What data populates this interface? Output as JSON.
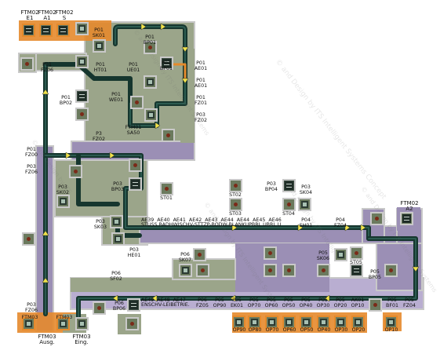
{
  "labels": {
    "ftm02_e1": "FTM02\nE1",
    "ftm02_a1": "FTM02\nA1",
    "ftm02_s": "FTM02\nS",
    "p01_sk01": "P01\nSK01",
    "p01_fz06": "P01\nFZ06",
    "p01_bp02": "P01\nBP02",
    "p01_ht01": "P01\nHT01",
    "p01_bp01_top": "P01\nBP01",
    "p01_ue01": "P01\nUE01",
    "p01_bp01": "P01\nBP01",
    "p01_ae01_a": "P01\nAE01",
    "p01_ae01_b": "P01\nAE01",
    "p01_we01": "P01\nWE01",
    "p01_fz01": "P01\nFZ01",
    "p03_fz02": "P03\nFZ02",
    "ftm01_sa50": "FTM01\nSA50",
    "p3_fz02": "P3\nFZ02",
    "p01_fz00": "P01\nFZ00",
    "p03_fz06_top": "P03\nFZ06",
    "p03_sk02": "P03\nSK02",
    "p03_bp03": "P03\nBP03",
    "p03_bp04": "P03\nBP04",
    "p03_sk04": "P03\nSK04",
    "ftm02_a2": "FTM02\nA2",
    "p03_sk03": "P03\nSK03",
    "p03_he01": "P03\nHE01",
    "ae_row": "AE39  AE40  AE41  AE42  AE43  AE44  AE44  AE45  AE46",
    "ae_row_sub": "STUSS RADHWISCHV-STTZP-BODW-BLANKUPBRL.UBRL.U",
    "p04_sh01": "P04\nSH01",
    "p04_fz04": "P04\nFZ04",
    "p06_sk07": "P06\nSK07",
    "p05_sk06": "P05\nSK06",
    "p05_bp05": "P05\nBP05",
    "p06_sf02": "P06\nSF02",
    "p06_bp06": "P06\nBP06",
    "ae_row2": "AE49  AE48  AE47",
    "ae_row2_sub": "ENSCHV-LEIBETRIE.",
    "p06_fz05": "P06\nFZ05",
    "p05_op90": "P05\nOP90",
    "p05_ek01": "P05\nEK01",
    "p05_op70": "P05\nOP70",
    "p05_op60": "P05\nOP60",
    "p05_op50": "P05\nOP50",
    "p05_op40": "P05\nOP40",
    "p05_op30": "P05\nOP30",
    "p05_op20": "P05\nOP20",
    "p05_ak01": "AK01\nOP10",
    "p05_bf01": "P05\nBF01",
    "p05_fz04": "P05\nFZ04",
    "p03_fz06": "P03\nFZ06",
    "ftm03_ausg": "FTM03\nAusg.",
    "ftm03_eing": "FTM03\nEing.",
    "ftm03_a": "FTM03",
    "ftm03_b": "FTM03",
    "bottom_op": [
      "OP90",
      "OP80",
      "OP70",
      "OP60",
      "OP50",
      "OP40",
      "OP30",
      "OP20",
      "OP10"
    ],
    "small_st": [
      "ST01",
      "ST02",
      "ST03",
      "ST04",
      "ST05"
    ],
    "wm": "© and Design by ITS Intelligent Systems Concept"
  },
  "colors": {
    "track_dark": "#16362e",
    "track_mid": "#2c5b50",
    "purple": "#9b8fb5",
    "purple_light": "#b9aed1",
    "olive": "#9ba58a",
    "olive_dark": "#8e9977",
    "orange": "#e58a2c",
    "arrow": "#f0e34a"
  }
}
